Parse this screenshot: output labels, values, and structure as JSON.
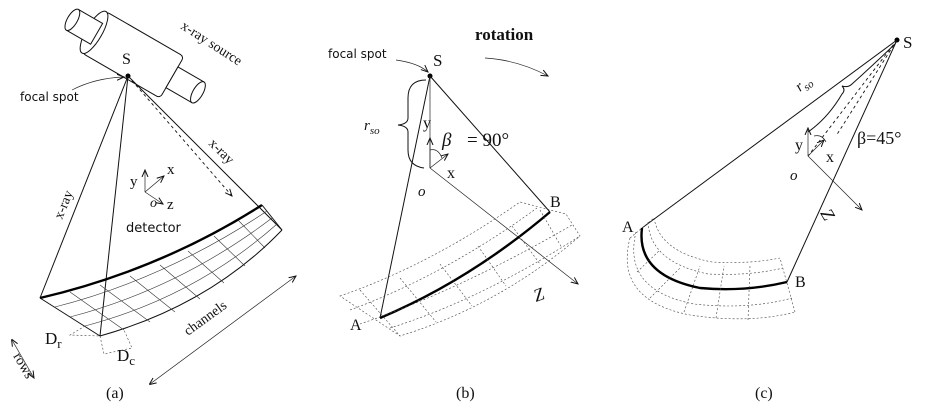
{
  "panel_a": {
    "source_label": "x-ray source",
    "S": "S",
    "focal_spot": "focal spot",
    "xray_left": "x-ray",
    "xray_right": "x-ray",
    "y": "y",
    "x": "x",
    "o": "o",
    "z": "z",
    "detector": "detector",
    "Dr": "D",
    "Dr_sub": "r",
    "Dc": "D",
    "Dc_sub": "c",
    "rows": "rows",
    "channels": "channels",
    "caption": "(a)"
  },
  "panel_b": {
    "focal_spot": "focal spot",
    "S": "S",
    "rotation": "rotation",
    "rso": "r",
    "rso_sub": "so",
    "y": "y",
    "beta": "β",
    "beta_eq": "= 90°",
    "x": "x",
    "o": "o",
    "B": "B",
    "A": "A",
    "Z": "Z",
    "caption": "(b)"
  },
  "panel_c": {
    "S": "S",
    "rso": "r",
    "rso_sub": "so",
    "y": "y",
    "x": "x",
    "beta": "β=45°",
    "o": "o",
    "Z": "Z",
    "A": "A",
    "B": "B",
    "caption": "(c)"
  }
}
